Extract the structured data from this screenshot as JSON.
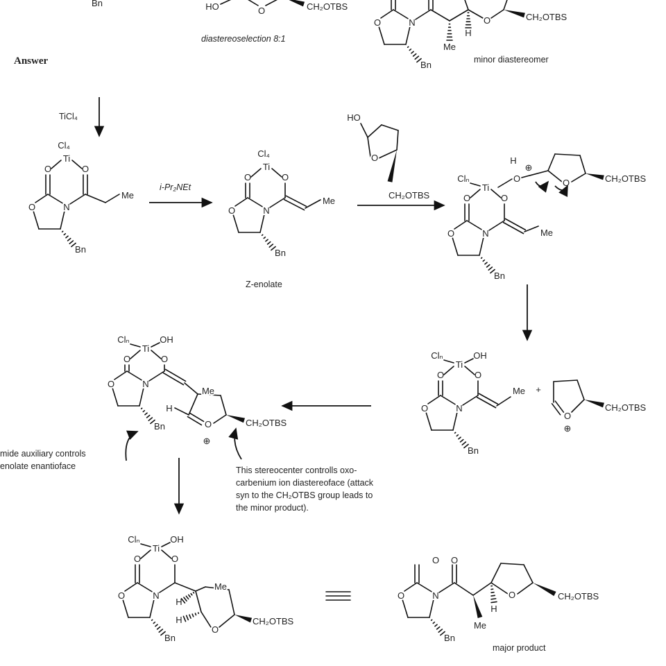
{
  "atoms": {
    "O": "O",
    "N": "N",
    "Bn": "Bn",
    "Me": "Me",
    "H": "H",
    "HO": "HO",
    "OH": "OH",
    "Ti": "Ti",
    "Cl4": "Cl₄",
    "Cln": "Clₙ",
    "CH2OTBS": "CH₂OTBS",
    "plus_charge": "⊕",
    "plus": "+"
  },
  "header": {
    "selectivity": "diastereoselection 8:1",
    "minor_label": "minor diastereomer",
    "answer": "Answer"
  },
  "reagents": {
    "step1": "TiCl₄",
    "step2": "i-Pr₂NEt",
    "enolate_label": "Z-enolate"
  },
  "annotations": {
    "auxiliary": [
      "mide auxiliary controls",
      "enolate enantioface"
    ],
    "stereocenter": [
      "This stereocenter controlls oxo-",
      "carbenium ion diastereoface (attack",
      "syn to the CH₂OTBS group leads to",
      "the minor product)."
    ]
  },
  "footer": {
    "major_label": "major product"
  }
}
